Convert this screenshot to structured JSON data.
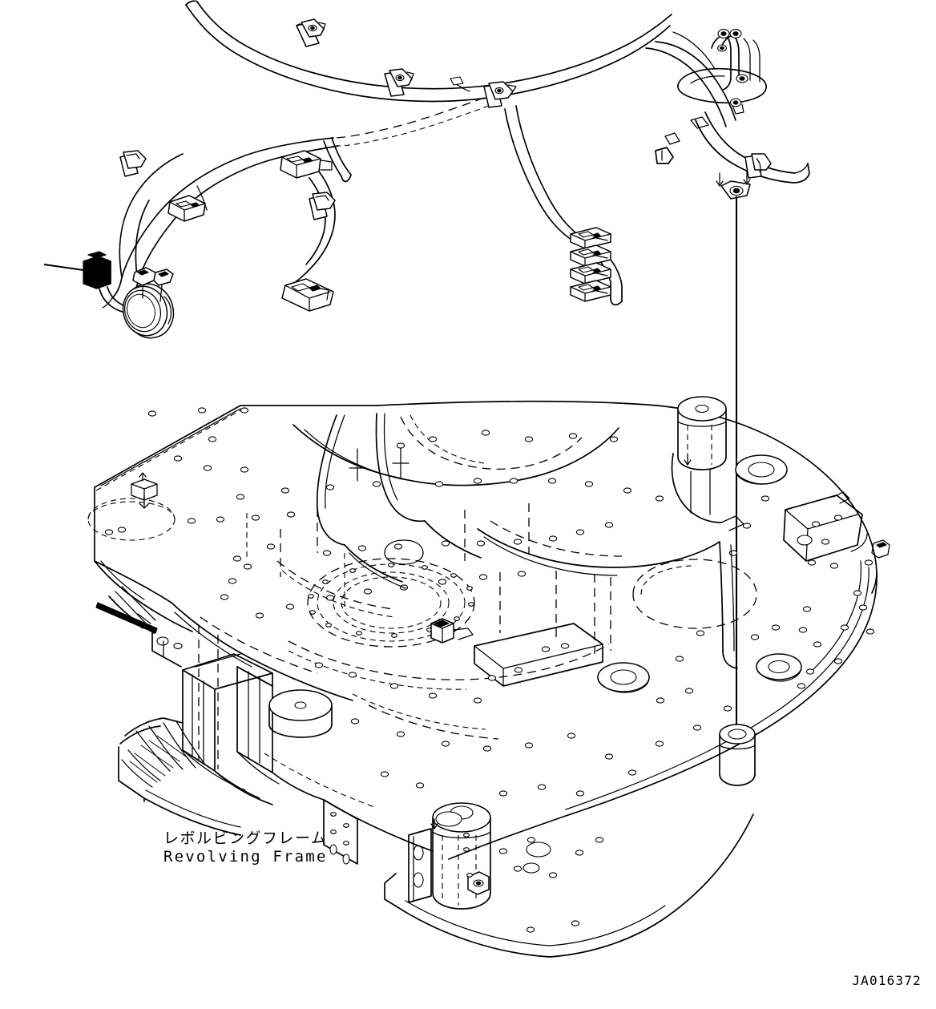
{
  "document": {
    "type": "parts-assembly-drawing",
    "drawing_number": "JA016372",
    "ink_color": "#000000",
    "background_color": "#ffffff"
  },
  "labels": {
    "component_jp": "レボルビングフレーム",
    "component_en": "Revolving Frame"
  },
  "callouts": [
    {
      "name": "harness-clamp-callout",
      "leader_from": [
        55,
        330
      ],
      "leader_to": [
        104,
        336
      ],
      "target": "wiring-harness-clamp-block"
    },
    {
      "name": "frame-mount-callout",
      "leader_from": [
        919,
        243
      ],
      "leader_to": [
        919,
        925
      ],
      "target": "revolving-frame-boss"
    }
  ],
  "assembly": {
    "upper_group": "wiring-harness-assembly",
    "lower_group": "revolving-frame"
  }
}
